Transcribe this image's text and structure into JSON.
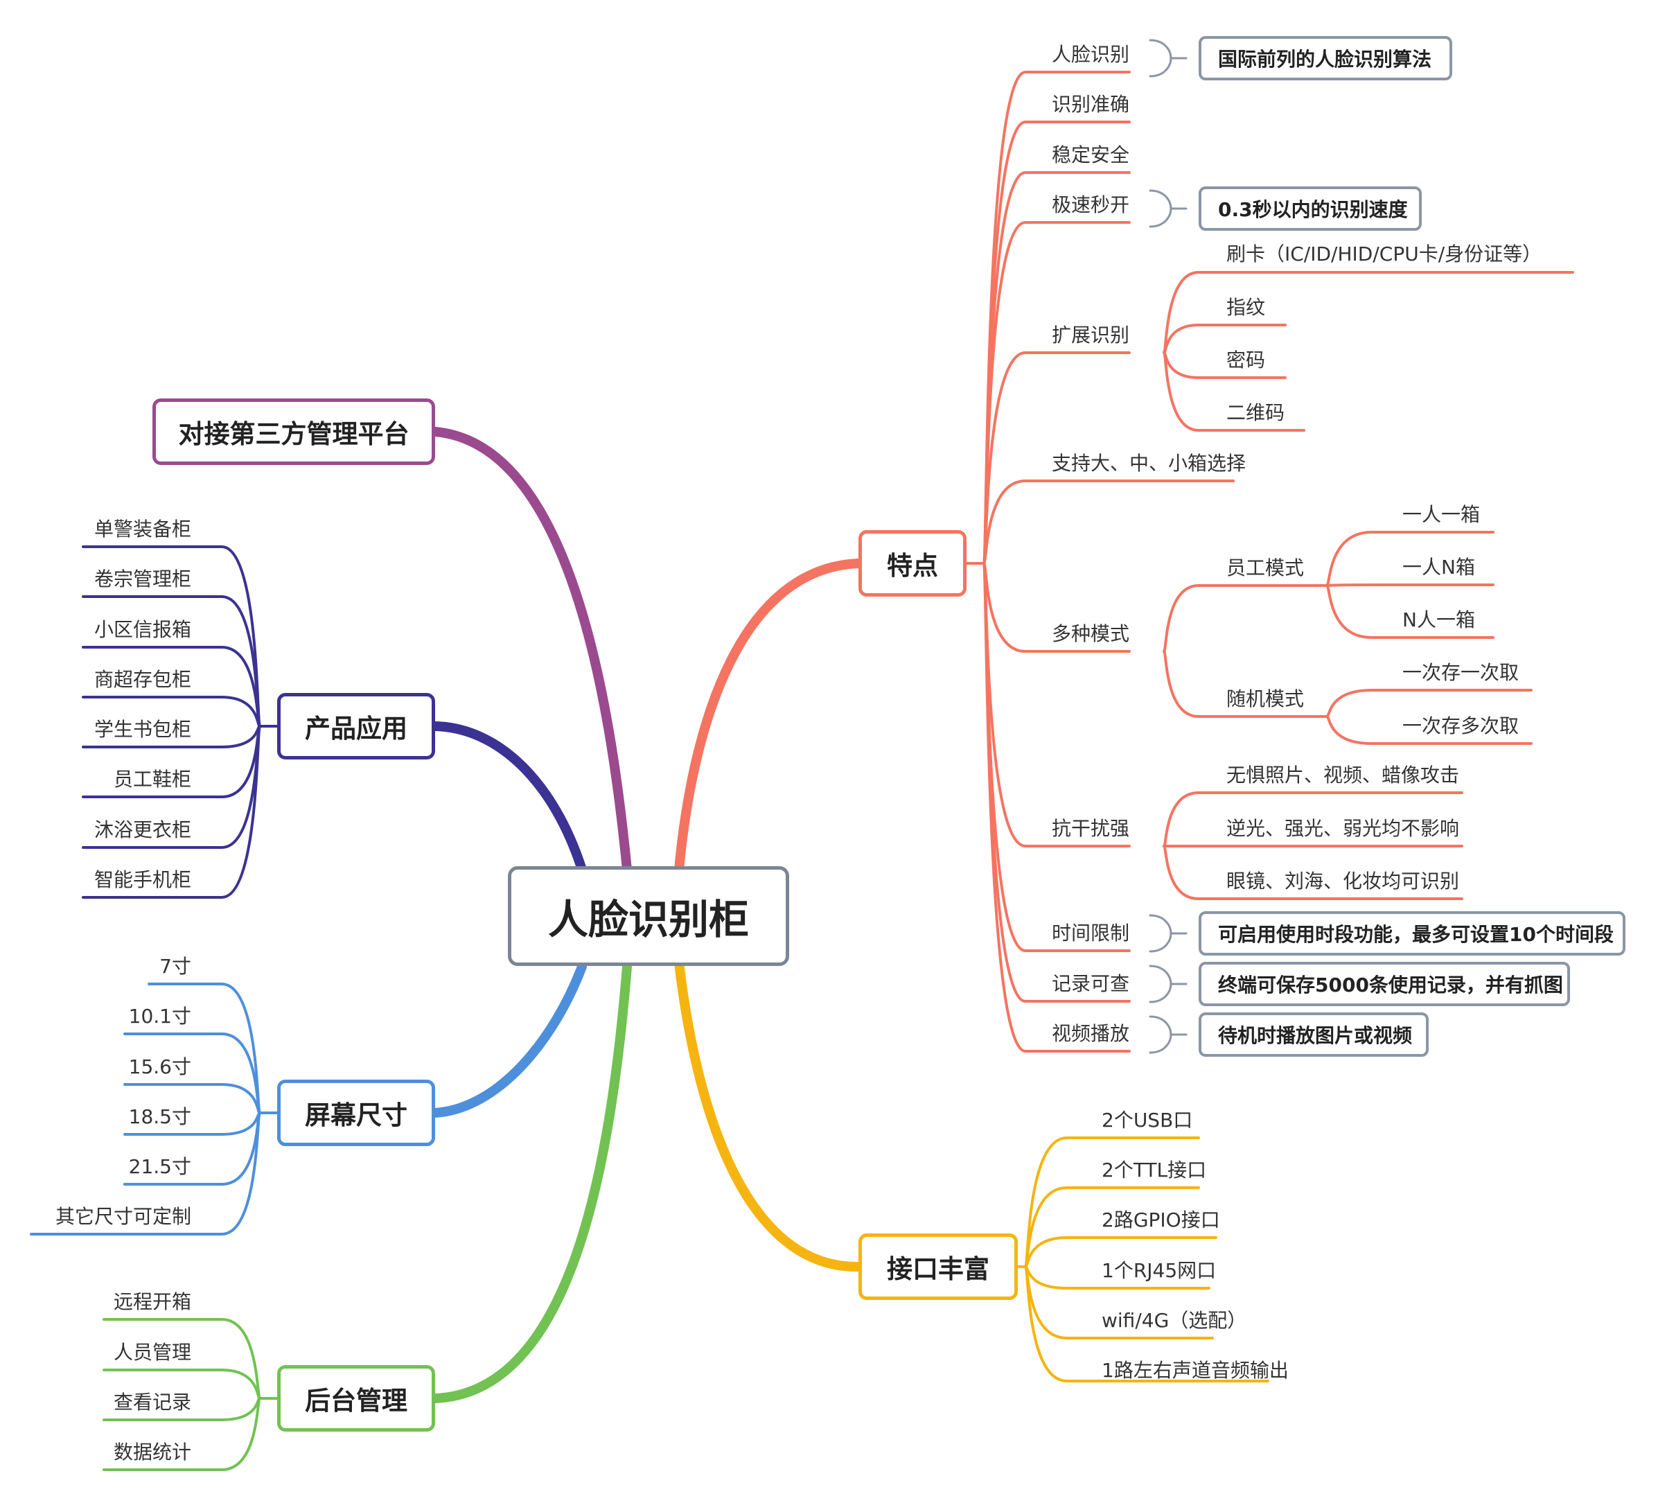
{
  "colors": {
    "features": "#f47461",
    "interfaces": "#f5b40f",
    "backend": "#71c252",
    "screen": "#4e8fdc",
    "apps": "#3b3293",
    "platform": "#9b4a8f",
    "callout_border": "#8b95a5",
    "root_border": "#7c8594"
  },
  "root": {
    "label": "人脸识别柜"
  },
  "features": {
    "label": "特点",
    "items": {
      "face": "人脸识别",
      "accurate": "识别准确",
      "stable": "稳定安全",
      "fast": "极速秒开",
      "ext": "扩展识别",
      "box": "支持大、中、小箱选择",
      "modes": "多种模式",
      "anti": "抗干扰强",
      "time": "时间限制",
      "record": "记录可查",
      "video": "视频播放"
    },
    "callouts": {
      "face": "国际前列的人脸识别算法",
      "fast": "0.3秒以内的识别速度",
      "time": "可启用使用时段功能，最多可设置10个时间段",
      "record": "终端可保存5000条使用记录，并有抓图",
      "video": "待机时播放图片或视频"
    },
    "ext_children": [
      "刷卡（IC/ID/HID/CPU卡/身份证等）",
      "指纹",
      "密码",
      "二维码"
    ],
    "mode_groups": {
      "staff": {
        "label": "员工模式",
        "children": [
          "一人一箱",
          "一人N箱",
          "N人一箱"
        ]
      },
      "random": {
        "label": "随机模式",
        "children": [
          "一次存一次取",
          "一次存多次取"
        ]
      }
    },
    "anti_children": [
      "无惧照片、视频、蜡像攻击",
      "逆光、强光、弱光均不影响",
      "眼镜、刘海、化妆均可识别"
    ]
  },
  "interfaces": {
    "label": "接口丰富",
    "children": [
      "2个USB口",
      "2个TTL接口",
      "2路GPIO接口",
      "1个RJ45网口",
      "wifi/4G（选配）",
      "1路左右声道音频输出"
    ]
  },
  "platform": {
    "label": "对接第三方管理平台"
  },
  "apps": {
    "label": "产品应用",
    "children": [
      "单警装备柜",
      "卷宗管理柜",
      "小区信报箱",
      "商超存包柜",
      "学生书包柜",
      "员工鞋柜",
      "沐浴更衣柜",
      "智能手机柜"
    ]
  },
  "screen": {
    "label": "屏幕尺寸",
    "children": [
      "7寸",
      "10.1寸",
      "15.6寸",
      "18.5寸",
      "21.5寸",
      "其它尺寸可定制"
    ]
  },
  "backend": {
    "label": "后台管理",
    "children": [
      "远程开箱",
      "人员管理",
      "查看记录",
      "数据统计"
    ]
  }
}
